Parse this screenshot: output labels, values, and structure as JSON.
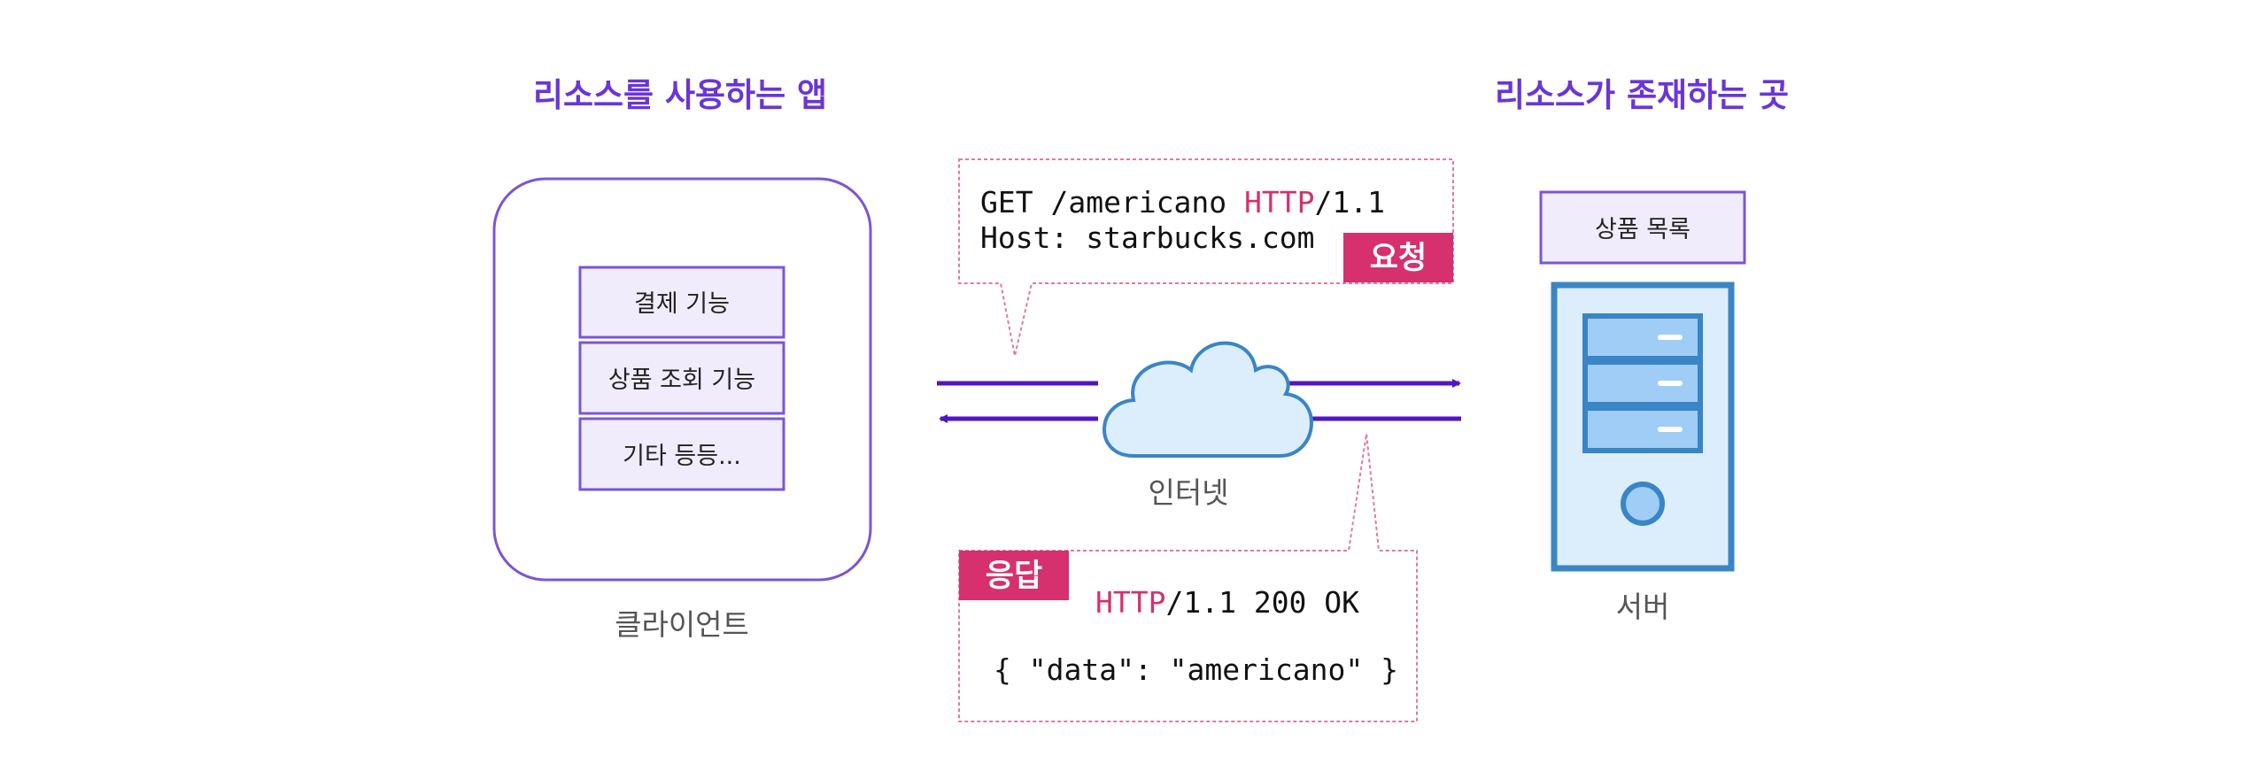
{
  "client_section": {
    "heading": "리소스를 사용하는 앱",
    "features": [
      "결제 기능",
      "상품 조회 기능",
      "기타 등등..."
    ],
    "caption": "클라이언트"
  },
  "server_section": {
    "heading": "리소스가 존재하는 곳",
    "product_list_label": "상품 목록",
    "caption": "서버"
  },
  "network": {
    "caption": "인터넷"
  },
  "request": {
    "badge": "요청",
    "line1_method_path": "GET /americano ",
    "line1_protocol": "HTTP",
    "line1_version": "/1.1",
    "line2": "Host: starbucks.com"
  },
  "response": {
    "badge": "응답",
    "status_protocol": "HTTP",
    "status_rest": "/1.1 200 OK",
    "body": "{ \"data\": \"americano\" }"
  },
  "colors": {
    "heading": "#6a35d8",
    "box_border": "#7b55d6",
    "box_fill": "#f1ecfc",
    "arrow": "#4f16c4",
    "accent": "#d6306f",
    "dashed": "#e07aa0",
    "server_border": "#3a85c6",
    "server_fill": "#dcedfb",
    "drawer_fill": "#9fcdf5",
    "cloud_fill": "#dceefb",
    "cloud_stroke": "#3a85c6",
    "caption": "#555555"
  }
}
